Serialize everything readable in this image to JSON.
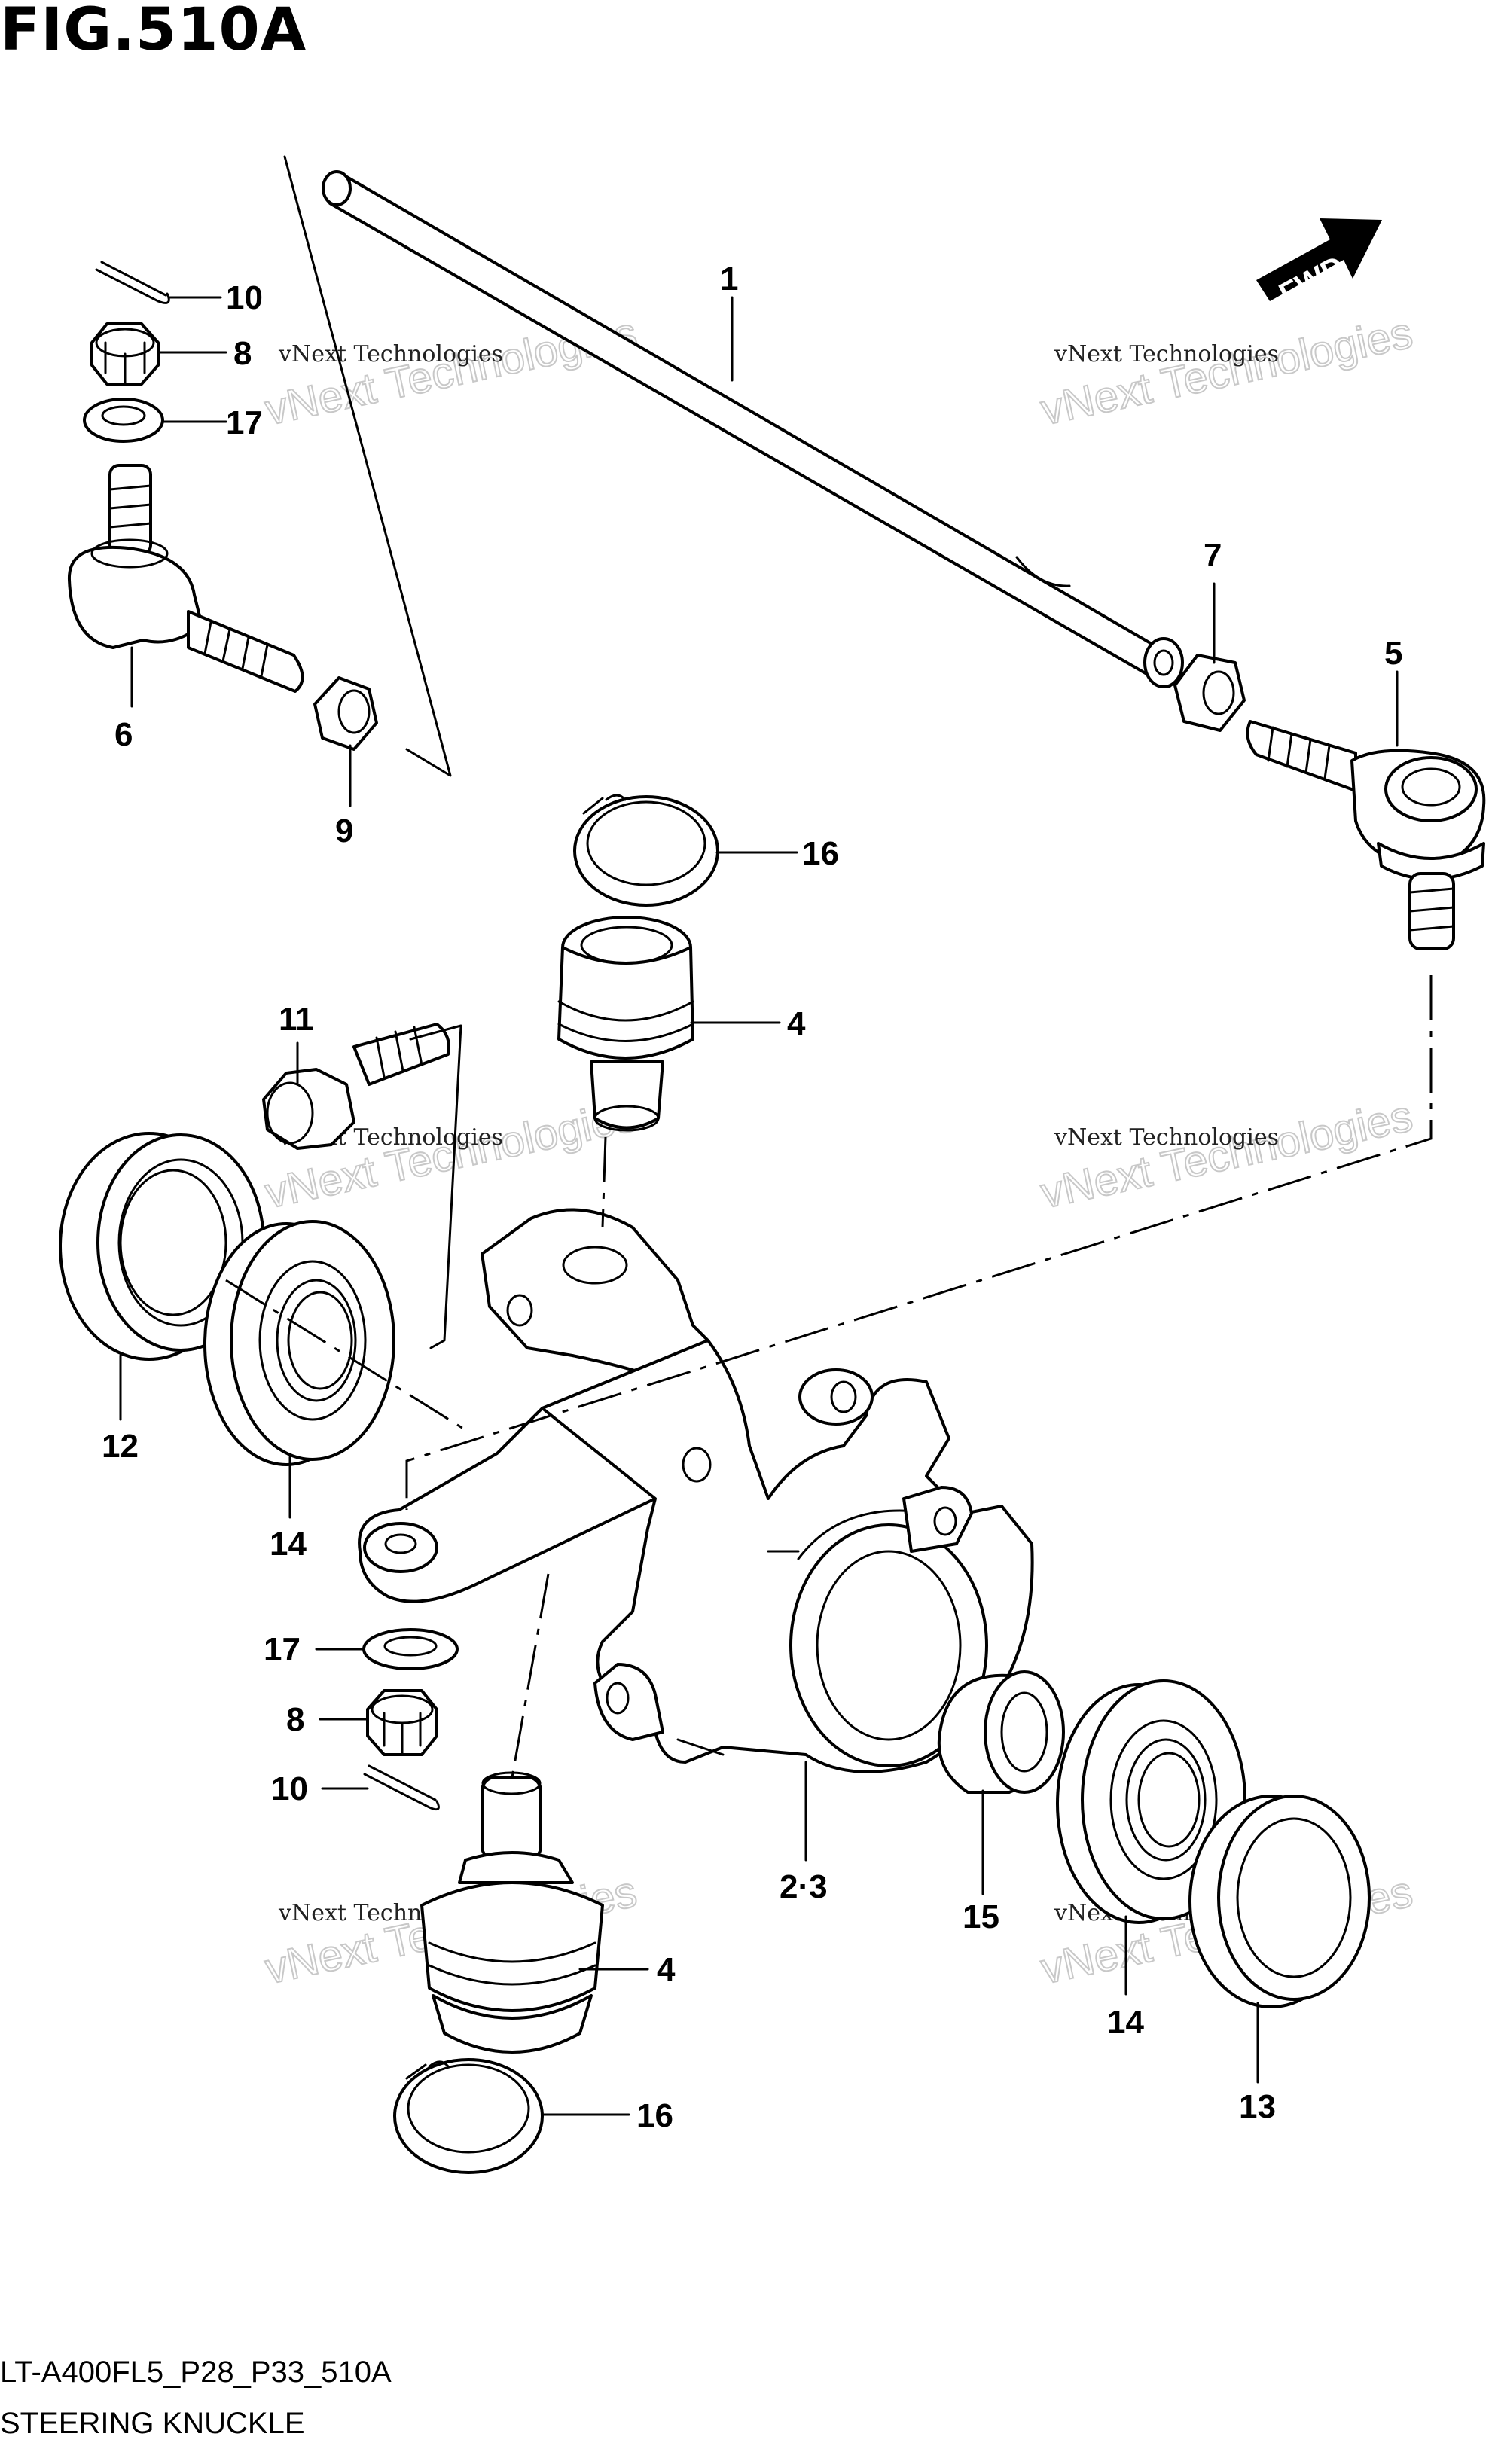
{
  "header": {
    "title": "FIG.510A"
  },
  "footer": {
    "code": "LT-A400FL5_P28_P33_510A",
    "caption": "STEERING KNUCKLE"
  },
  "fwd_label": "FWD",
  "watermark": {
    "line1": "vNext Technologies",
    "line2": "vNext Technologies"
  },
  "callouts": {
    "p1": "1",
    "p5": "5",
    "p6": "6",
    "p7": "7",
    "p8_top": "8",
    "p8_bottom": "8",
    "p9": "9",
    "p10_top": "10",
    "p10_bottom": "10",
    "p11": "11",
    "p12": "12",
    "p13": "13",
    "p14_left": "14",
    "p14_right": "14",
    "p15": "15",
    "p16_top": "16",
    "p16_bottom": "16",
    "p17_top": "17",
    "p17_bottom": "17",
    "p4_top": "4",
    "p4_bottom": "4",
    "p23": "2·3"
  }
}
